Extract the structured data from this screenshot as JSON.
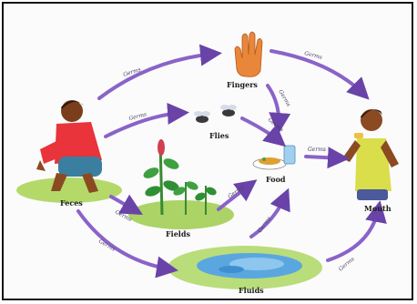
{
  "labels": {
    "feces": "Feces",
    "fingers": "Fingers",
    "flies": "Flies",
    "fields": "Fields",
    "food": "Food",
    "fluids": "Fluids",
    "mouth": "Mouth"
  },
  "arrow_label": "Germs",
  "colors": {
    "arrow": "#8a63c8",
    "arrow_dark": "#6a43a8",
    "grass": "#8cc63f",
    "water": "#5aa7e0",
    "skin": "#8b4a22",
    "shirt_red": "#e8343a",
    "shorts": "#3a7fa0",
    "vest": "#d9de4a",
    "hand": "#e8873a"
  }
}
